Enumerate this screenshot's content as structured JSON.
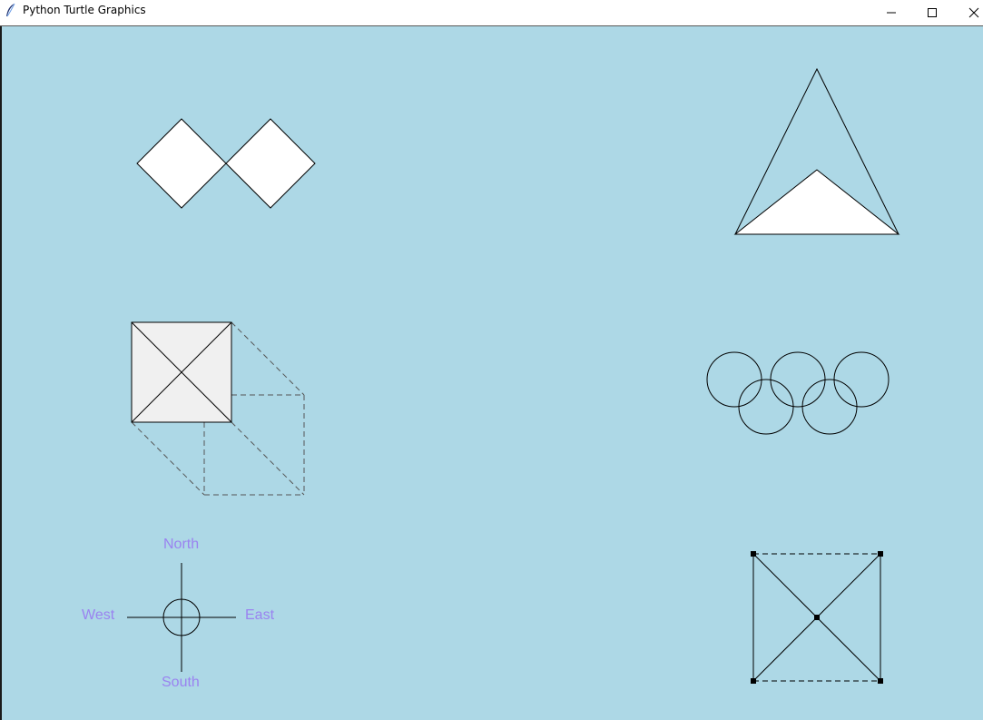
{
  "window": {
    "title": "Python Turtle Graphics",
    "app_icon": "feather-icon",
    "controls": [
      "minimize-icon",
      "maximize-icon",
      "close-icon"
    ]
  },
  "canvas": {
    "background": "#add8e6",
    "shapes": [
      {
        "name": "double-diamond",
        "fill": "#ffffff",
        "stroke": "#000000"
      },
      {
        "name": "arrowhead-triangle",
        "fill": "#ffffff",
        "stroke": "#000000"
      },
      {
        "name": "dashed-cube",
        "fill": "#f0f0f0",
        "stroke": "#000000",
        "dash_color": "#555555"
      },
      {
        "name": "olympic-rings",
        "count": 5,
        "stroke": "#000000"
      },
      {
        "name": "compass-rose",
        "stroke": "#000000"
      },
      {
        "name": "square-graph",
        "nodes": 5,
        "stroke": "#000000"
      }
    ],
    "compass": {
      "north": "North",
      "south": "South",
      "east": "East",
      "west": "West",
      "label_color": "#9a83f0"
    }
  }
}
